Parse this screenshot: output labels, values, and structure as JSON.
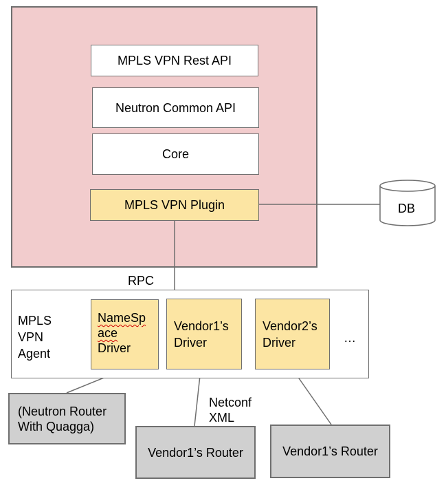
{
  "server": {
    "rest_api": "MPLS VPN Rest API",
    "common_api": "Neutron Common API",
    "core": "Core",
    "plugin": "MPLS VPN  Plugin"
  },
  "db": "DB",
  "rpc": "RPC",
  "agent": {
    "label": "MPLS\nVPN\nAgent",
    "drivers": [
      {
        "lines": [
          "NameSp",
          "ace",
          "Driver"
        ]
      },
      {
        "lines": [
          "Vendor1’s",
          "Driver"
        ]
      },
      {
        "lines": [
          "Vendor2’s",
          "Driver"
        ]
      }
    ],
    "ellipsis": "…"
  },
  "netconf": "Netconf\nXML\n…",
  "routers": [
    "(Neutron Router\nWith Quagga)",
    "Vendor1’s Router",
    "Vendor1’s Router"
  ]
}
